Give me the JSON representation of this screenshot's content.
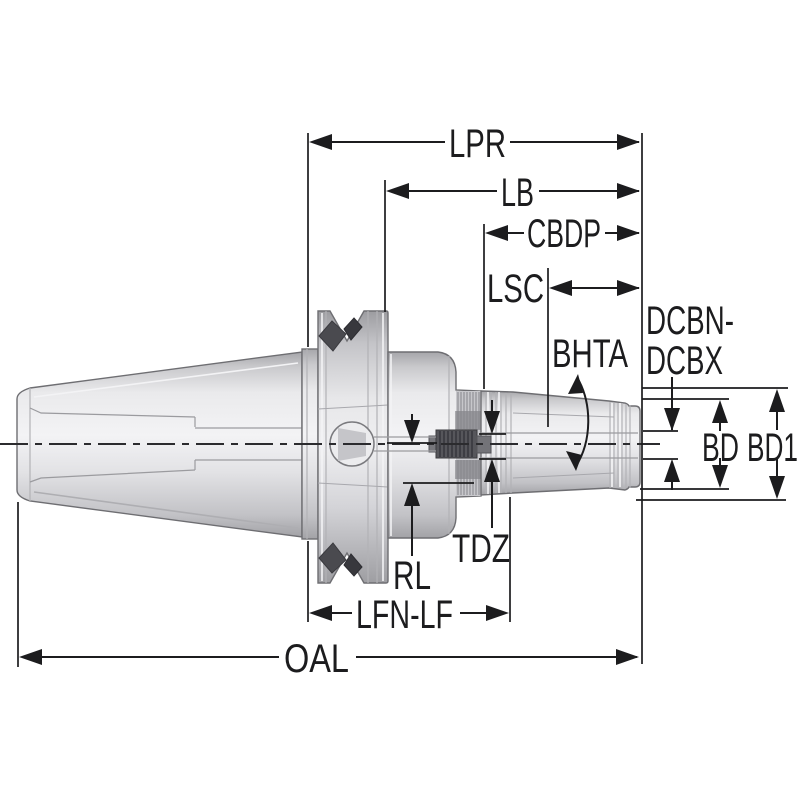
{
  "diagram": {
    "type": "technical-dimension-drawing",
    "subject": "Steep-taper (CAT/BT) shrink-fit tool holder, transparent side view with dimension callouts",
    "dimension_labels": {
      "lpr": "LPR",
      "lb": "LB",
      "cbdp": "CBDP",
      "lsc": "LSC",
      "dcbn_dcbx_line1": "DCBN-",
      "dcbn_dcbx_line2": "DCBX",
      "bhta": "BHTA",
      "bd": "BD",
      "bd1": "BD1",
      "tdz": "TDZ",
      "rl": "RL",
      "lfn_lf": "LFN-LF",
      "oal": "OAL"
    },
    "colors": {
      "background": "#ffffff",
      "dimension_line": "#1c1c1e",
      "body_fill_light": "#f3f3f5",
      "body_fill_mid": "#d2d2d5",
      "body_fill_dark": "#a4a4a8",
      "body_stroke": "#6e6e72",
      "drive_key_dark": "#4a4a4f",
      "set_screw_dark": "#56565b"
    }
  }
}
